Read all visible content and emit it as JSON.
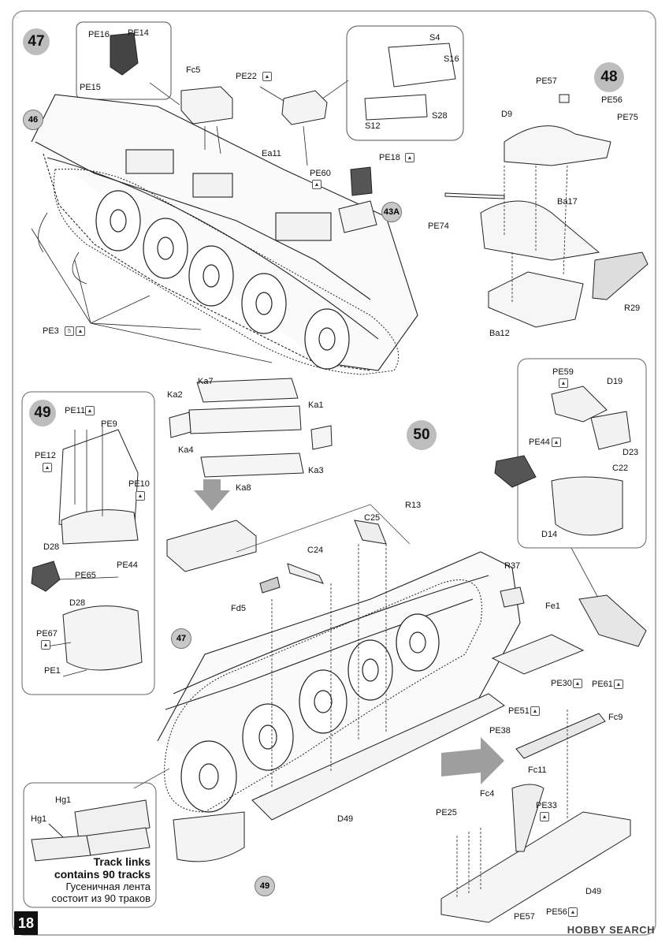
{
  "page_number": "18",
  "watermark": "HOBBY SEARCH",
  "steps": {
    "s47": "47",
    "s48": "48",
    "s49": "49",
    "s50": "50",
    "ref46": "46",
    "ref43a": "43A",
    "ref47": "47",
    "ref49": "49"
  },
  "labels": {
    "PE16": "PE16",
    "PE14": "PE14",
    "PE15": "PE15",
    "Fc5": "Fc5",
    "PE22": "PE22",
    "Ea11": "Ea11",
    "S4": "S4",
    "S16": "S16",
    "S12": "S12",
    "S28": "S28",
    "PE18": "PE18",
    "PE60": "PE60",
    "PE3": "PE3",
    "PE57a": "PE57",
    "PE56a": "PE56",
    "PE75": "PE75",
    "D9": "D9",
    "PE74": "PE74",
    "Ba17": "Ba17",
    "R29": "R29",
    "Ba12": "Ba12",
    "PE11": "PE11",
    "PE9": "PE9",
    "PE12": "PE12",
    "PE10": "PE10",
    "D28a": "D28",
    "PE65": "PE65",
    "PE44a": "PE44",
    "D28b": "D28",
    "PE67": "PE67",
    "PE1": "PE1",
    "Ka7": "Ka7",
    "Ka2": "Ka2",
    "Ka1": "Ka1",
    "Ka4": "Ka4",
    "Ka3": "Ka3",
    "Ka8": "Ka8",
    "PE59": "PE59",
    "D19": "D19",
    "PE44b": "PE44",
    "D23": "D23",
    "C22": "C22",
    "D14": "D14",
    "R13": "R13",
    "C25": "C25",
    "C24": "C24",
    "Fd5": "Fd5",
    "R37": "R37",
    "Fe1": "Fe1",
    "PE30": "PE30",
    "PE61": "PE61",
    "PE51": "PE51",
    "Fc9": "Fc9",
    "PE38": "PE38",
    "Fc11": "Fc11",
    "Fc4": "Fc4",
    "PE33": "PE33",
    "D49a": "D49",
    "D49b": "D49",
    "PE25": "PE25",
    "PE57b": "PE57",
    "PE56b": "PE56",
    "Hg1a": "Hg1",
    "Hg1b": "Hg1"
  },
  "pe3_count": "5",
  "track_note": {
    "en_line1": "Track links",
    "en_line2": "contains 90 tracks",
    "ru_line1": "Гусеничная лента",
    "ru_line2": "состоит из 90 траков"
  },
  "colors": {
    "step_fill": "#bdbdbd",
    "line": "#222222",
    "arrow_fill": "#9e9e9e"
  }
}
